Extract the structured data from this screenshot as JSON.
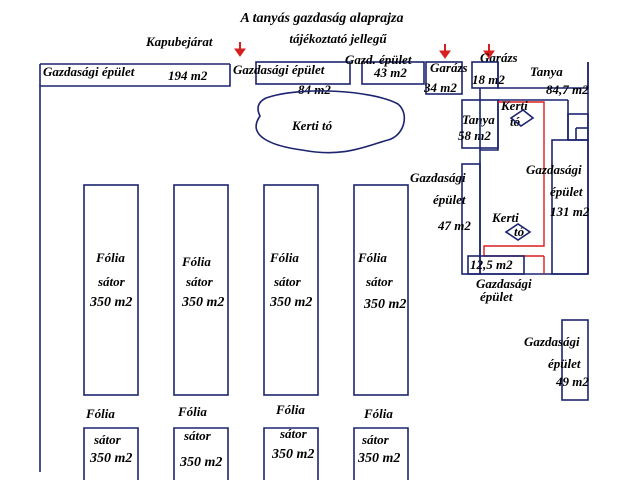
{
  "title_line1": "A tanyás gazdaság alaprajza",
  "title_line2": "tájékoztató jellegű",
  "gate_label": "Kapubejárat",
  "garage_label_top": "Garázs",
  "labels": {
    "gazd_194_name": "Gazdasági épület",
    "gazd_194_area": "194 m2",
    "gazd_84_name": "Gazdasági épület",
    "gazd_84_area": "84 m2",
    "gazd_43_name": "Gazd. épület",
    "gazd_43_area": "43 m2",
    "garazs_34_name": "Garázs",
    "garazs_34_area": "34 m2",
    "garazs_18_area": "18 m2",
    "tanya_847_name": "Tanya",
    "tanya_847_area": "84,7 m2",
    "pond_main": "Kerti tó",
    "tanya_58_name": "Tanya",
    "tanya_58_area": "58 m2",
    "kerti_to_small1_a": "Kerti",
    "kerti_to_small1_b": "tó",
    "gazd_47_a": "Gazdasági",
    "gazd_47_b": "épület",
    "gazd_47_area": "47 m2",
    "kerti_to_small2_a": "Kerti",
    "kerti_to_small2_b": "tó",
    "gazd_131_a": "Gazdasági",
    "gazd_131_b": "épület",
    "gazd_131_area": "131 m2",
    "area_125": "12,5 m2",
    "gazd_bottom_a": "Gazdasági",
    "gazd_bottom_b": "épület",
    "gazd_49_a": "Gazdasági",
    "gazd_49_b": "épület",
    "gazd_49_area": "49 m2"
  },
  "folia_big": [
    {
      "l1": "Fólia",
      "l2": "sátor",
      "area": "350 m2"
    },
    {
      "l1": "Fólia",
      "l2": "sátor",
      "area": "350 m2"
    },
    {
      "l1": "Fólia",
      "l2": "sátor",
      "area": "350 m2"
    },
    {
      "l1": "Fólia",
      "l2": "sátor",
      "area": "350 m2"
    }
  ],
  "folia_small": [
    {
      "l1": "Fólia",
      "l2": "sátor",
      "area": "350 m2"
    },
    {
      "l1": "Fólia",
      "l2": "sátor",
      "area": "350 m2"
    },
    {
      "l1": "Fólia",
      "l2": "sátor",
      "area": "350 m2"
    },
    {
      "l1": "Fólia",
      "l2": "sátor",
      "area": "350 m2"
    }
  ],
  "colors": {
    "outline": "#1c2470",
    "accent_red": "#d81f1f",
    "text": "#000000"
  },
  "icons": [
    "entrance-arrow-icon",
    "pond-marker-icon"
  ]
}
